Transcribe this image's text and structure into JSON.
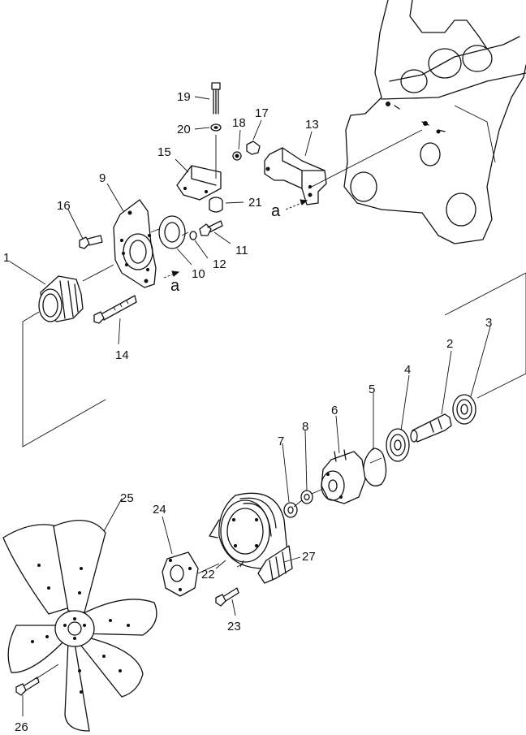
{
  "callouts": {
    "c1": "1",
    "c2": "2",
    "c3": "3",
    "c4": "4",
    "c5": "5",
    "c6": "6",
    "c7": "7",
    "c8": "8",
    "c9": "9",
    "c10": "10",
    "c11": "11",
    "c12": "12",
    "c13": "13",
    "c14": "14",
    "c15": "15",
    "c16": "16",
    "c17": "17",
    "c18": "18",
    "c19": "19",
    "c20": "20",
    "c21": "21",
    "c22": "22",
    "c23": "23",
    "c24": "24",
    "c25": "25",
    "c26": "26",
    "c27": "27"
  },
  "markers": {
    "a_engine": "a",
    "a_bracket": "a"
  }
}
